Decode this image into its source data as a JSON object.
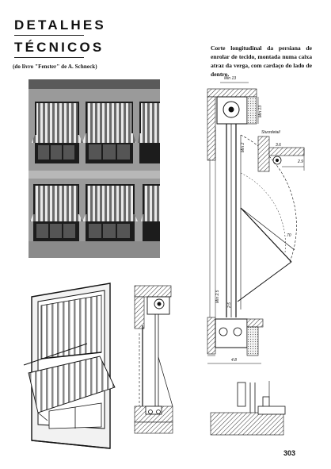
{
  "header": {
    "title_line1": "DETALHES",
    "title_line2": "TÉCNICOS",
    "source": "(do livro \"Fenster\" de A. Schneck)"
  },
  "caption": "Corte longitudinal da persiana de enrolar de tecido, montada numa caixa atraz da verga, com cardaço do lado de dentro.",
  "drawing_labels": {
    "min13_top": "Min 13",
    "min13_side": "Min 13",
    "sturzdetail": "Sturzdetail",
    "min2": "Min 2",
    "min25": "Min 2.5",
    "dim_70": "70",
    "dim_36": "3.6",
    "dim_25": "2.5",
    "dim_48": "4.8",
    "dim_29": "2.9"
  },
  "page_number": "303"
}
